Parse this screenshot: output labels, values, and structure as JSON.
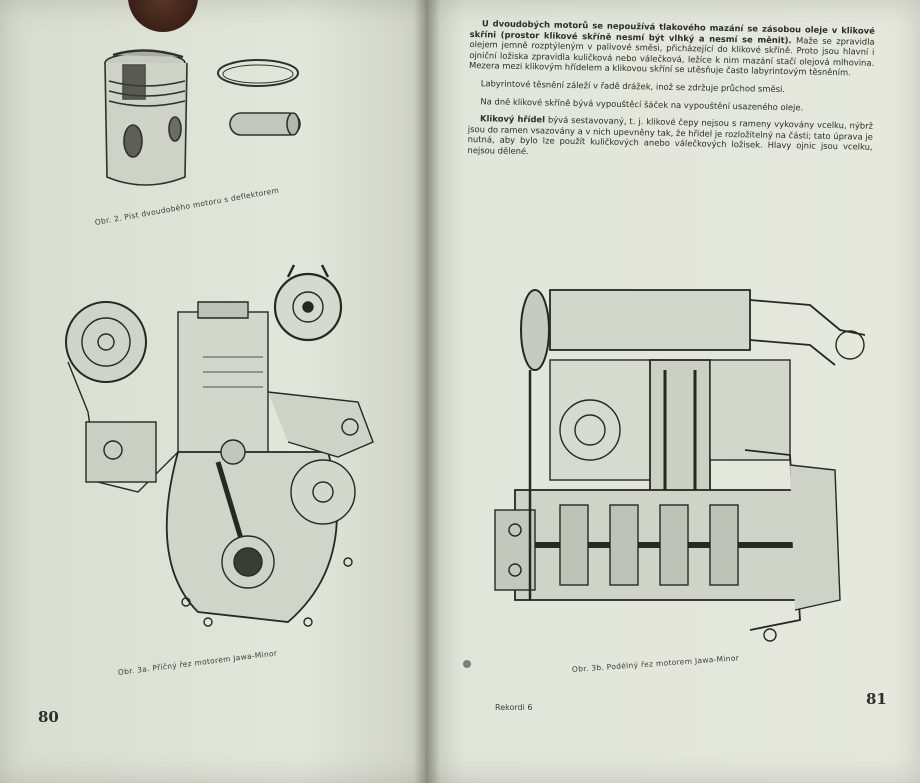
{
  "left_page": {
    "fig2_caption": "Obr. 2. Píst dvoudobého motoru s deflektorem",
    "fig3a_caption": "Obr. 3a. Příčný řez motorem Jawa-Minor",
    "page_number": "80"
  },
  "right_page": {
    "paragraphs": [
      {
        "lead": "U dvoudobých motorů se nepoužívá tlakového mazání se zásobou oleje v klikové skříni (prostor klikové skříně nesmí být vlhký a nesmí se měnit).",
        "body": "Maže se zpravidla olejem jemně rozptýleným v palivové směsi, přicházející do klikové skříně. Proto jsou hlavní i ojniční ložiska zpravidla kuličková nebo válečková, ležíce k nim mazání stačí olejová mlhovina. Mezera mezi klikovým hřídelem a klikovou skříní se utěsňuje často labyrintovým těsněním."
      },
      {
        "lead": "",
        "body": "Labyrintové těsnění záleží v řadě drážek, inož se zdržuje průchod směsi."
      },
      {
        "lead": "",
        "body": "Na dně klikové skříně bývá vypouštěcí šáček na vypouštění usazeného oleje."
      },
      {
        "lead": "Klikový hřídel",
        "body": "bývá sestavovaný, t. j. klikové čepy nejsou s rameny vykovány vcelku, nýbrž jsou do ramen vsazovány a v nich upevněny tak, že hřídel je rozložitelný na části; tato úprava je nutná, aby bylo lze použít kuličkových anebo válečkových ložisek. Hlavy ojnic jsou vcelku, nejsou dělené."
      }
    ],
    "fig3b_caption": "Obr. 3b. Podélný řez motorem Jawa-Minor",
    "signature": "Rekordi 6",
    "page_number": "81"
  }
}
